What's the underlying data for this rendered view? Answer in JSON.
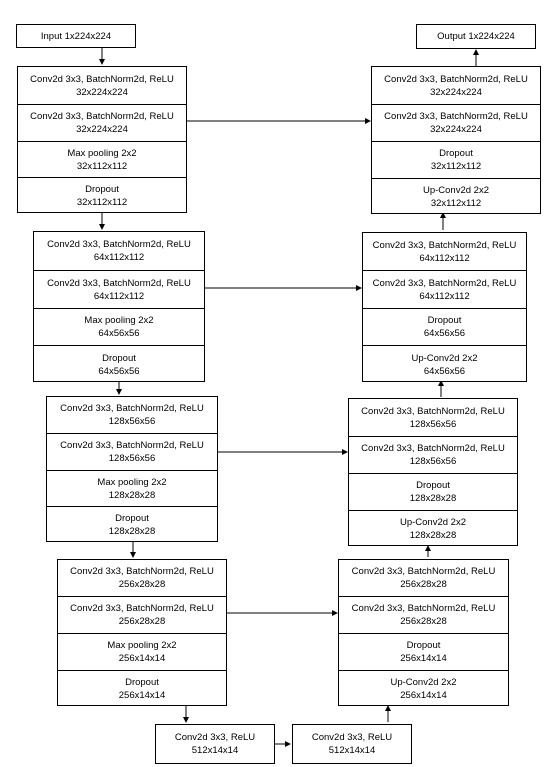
{
  "input": "Input 1x224x224",
  "output": "Output 1x224x224",
  "encoder": [
    [
      {
        "l1": "Conv2d 3x3, BatchNorm2d, ReLU",
        "l2": "32x224x224"
      },
      {
        "l1": "Conv2d 3x3, BatchNorm2d, ReLU",
        "l2": "32x224x224"
      },
      {
        "l1": "Max pooling 2x2",
        "l2": "32x112x112"
      },
      {
        "l1": "Dropout",
        "l2": "32x112x112"
      }
    ],
    [
      {
        "l1": "Conv2d 3x3, BatchNorm2d, ReLU",
        "l2": "64x112x112"
      },
      {
        "l1": "Conv2d 3x3, BatchNorm2d, ReLU",
        "l2": "64x112x112"
      },
      {
        "l1": "Max pooling 2x2",
        "l2": "64x56x56"
      },
      {
        "l1": "Dropout",
        "l2": "64x56x56"
      }
    ],
    [
      {
        "l1": "Conv2d 3x3, BatchNorm2d, ReLU",
        "l2": "128x56x56"
      },
      {
        "l1": "Conv2d 3x3, BatchNorm2d, ReLU",
        "l2": "128x56x56"
      },
      {
        "l1": "Max pooling 2x2",
        "l2": "128x28x28"
      },
      {
        "l1": "Dropout",
        "l2": "128x28x28"
      }
    ],
    [
      {
        "l1": "Conv2d 3x3, BatchNorm2d, ReLU",
        "l2": "256x28x28"
      },
      {
        "l1": "Conv2d 3x3, BatchNorm2d, ReLU",
        "l2": "256x28x28"
      },
      {
        "l1": "Max pooling 2x2",
        "l2": "256x14x14"
      },
      {
        "l1": "Dropout",
        "l2": "256x14x14"
      }
    ]
  ],
  "decoder": [
    [
      {
        "l1": "Conv2d 3x3, BatchNorm2d, ReLU",
        "l2": "32x224x224"
      },
      {
        "l1": "Conv2d 3x3, BatchNorm2d, ReLU",
        "l2": "32x224x224"
      },
      {
        "l1": "Dropout",
        "l2": "32x112x112"
      },
      {
        "l1": "Up-Conv2d 2x2",
        "l2": "32x112x112"
      }
    ],
    [
      {
        "l1": "Conv2d 3x3, BatchNorm2d, ReLU",
        "l2": "64x112x112"
      },
      {
        "l1": "Conv2d 3x3, BatchNorm2d, ReLU",
        "l2": "64x112x112"
      },
      {
        "l1": "Dropout",
        "l2": "64x56x56"
      },
      {
        "l1": "Up-Conv2d 2x2",
        "l2": "64x56x56"
      }
    ],
    [
      {
        "l1": "Conv2d 3x3, BatchNorm2d, ReLU",
        "l2": "128x56x56"
      },
      {
        "l1": "Conv2d 3x3, BatchNorm2d, ReLU",
        "l2": "128x56x56"
      },
      {
        "l1": "Dropout",
        "l2": "128x28x28"
      },
      {
        "l1": "Up-Conv2d 2x2",
        "l2": "128x28x28"
      }
    ],
    [
      {
        "l1": "Conv2d 3x3, BatchNorm2d, ReLU",
        "l2": "256x28x28"
      },
      {
        "l1": "Conv2d 3x3, BatchNorm2d, ReLU",
        "l2": "256x28x28"
      },
      {
        "l1": "Dropout",
        "l2": "256x14x14"
      },
      {
        "l1": "Up-Conv2d 2x2",
        "l2": "256x14x14"
      }
    ]
  ],
  "bottleneck": [
    {
      "l1": "Conv2d 3x3, ReLU",
      "l2": "512x14x14"
    },
    {
      "l1": "Conv2d 3x3, ReLU",
      "l2": "512x14x14"
    }
  ]
}
